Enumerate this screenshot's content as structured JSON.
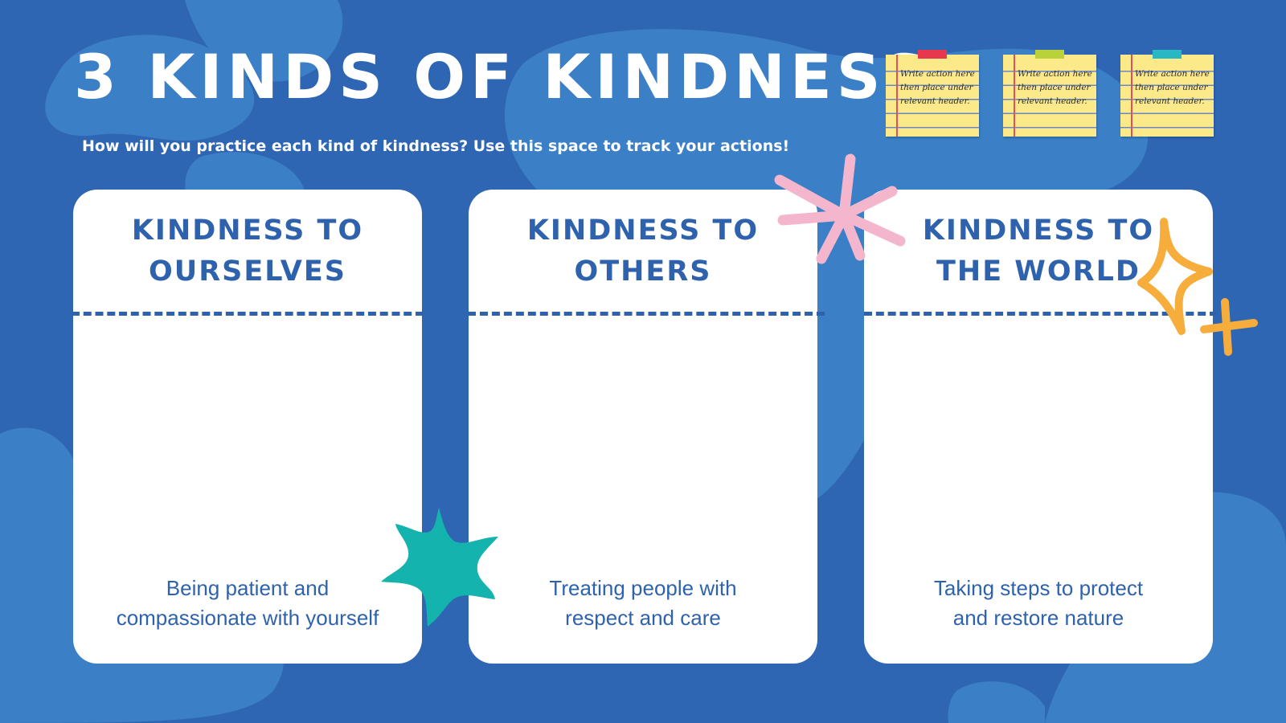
{
  "title": "3 KINDS OF KINDNESS",
  "subtitle": "How will you practice each kind of kindness? Use this space to track your actions!",
  "sticky_notes": [
    {
      "text": "Write action here then place under relevant header.",
      "tape_color": "#e8384f"
    },
    {
      "text": "Write action here then place under relevant header.",
      "tape_color": "#b9d23a"
    },
    {
      "text": "Write action here then place under relevant header.",
      "tape_color": "#27b8c4"
    }
  ],
  "columns": [
    {
      "title_line1": "KINDNESS TO",
      "title_line2": "OURSELVES",
      "description_line1": "Being patient and",
      "description_line2": "compassionate with yourself"
    },
    {
      "title_line1": "KINDNESS TO",
      "title_line2": "OTHERS",
      "description_line1": "Treating people with",
      "description_line2": "respect and care"
    },
    {
      "title_line1": "KINDNESS TO",
      "title_line2": "THE WORLD",
      "description_line1": "Taking steps to protect",
      "description_line2": "and restore nature"
    }
  ],
  "decorations": {
    "teal_star": "star-icon",
    "pink_burst": "asterisk-burst-icon",
    "orange_sparkle": "sparkle-icon",
    "orange_cross": "plus-sparkle-icon"
  },
  "colors": {
    "background": "#2e66b3",
    "blob": "#3b7fc6",
    "card": "#ffffff",
    "heading_text": "#2f62ad",
    "teal": "#14b3ad",
    "pink": "#f4b6cc",
    "orange": "#f6ad3b",
    "note_paper": "#fbe98a"
  }
}
